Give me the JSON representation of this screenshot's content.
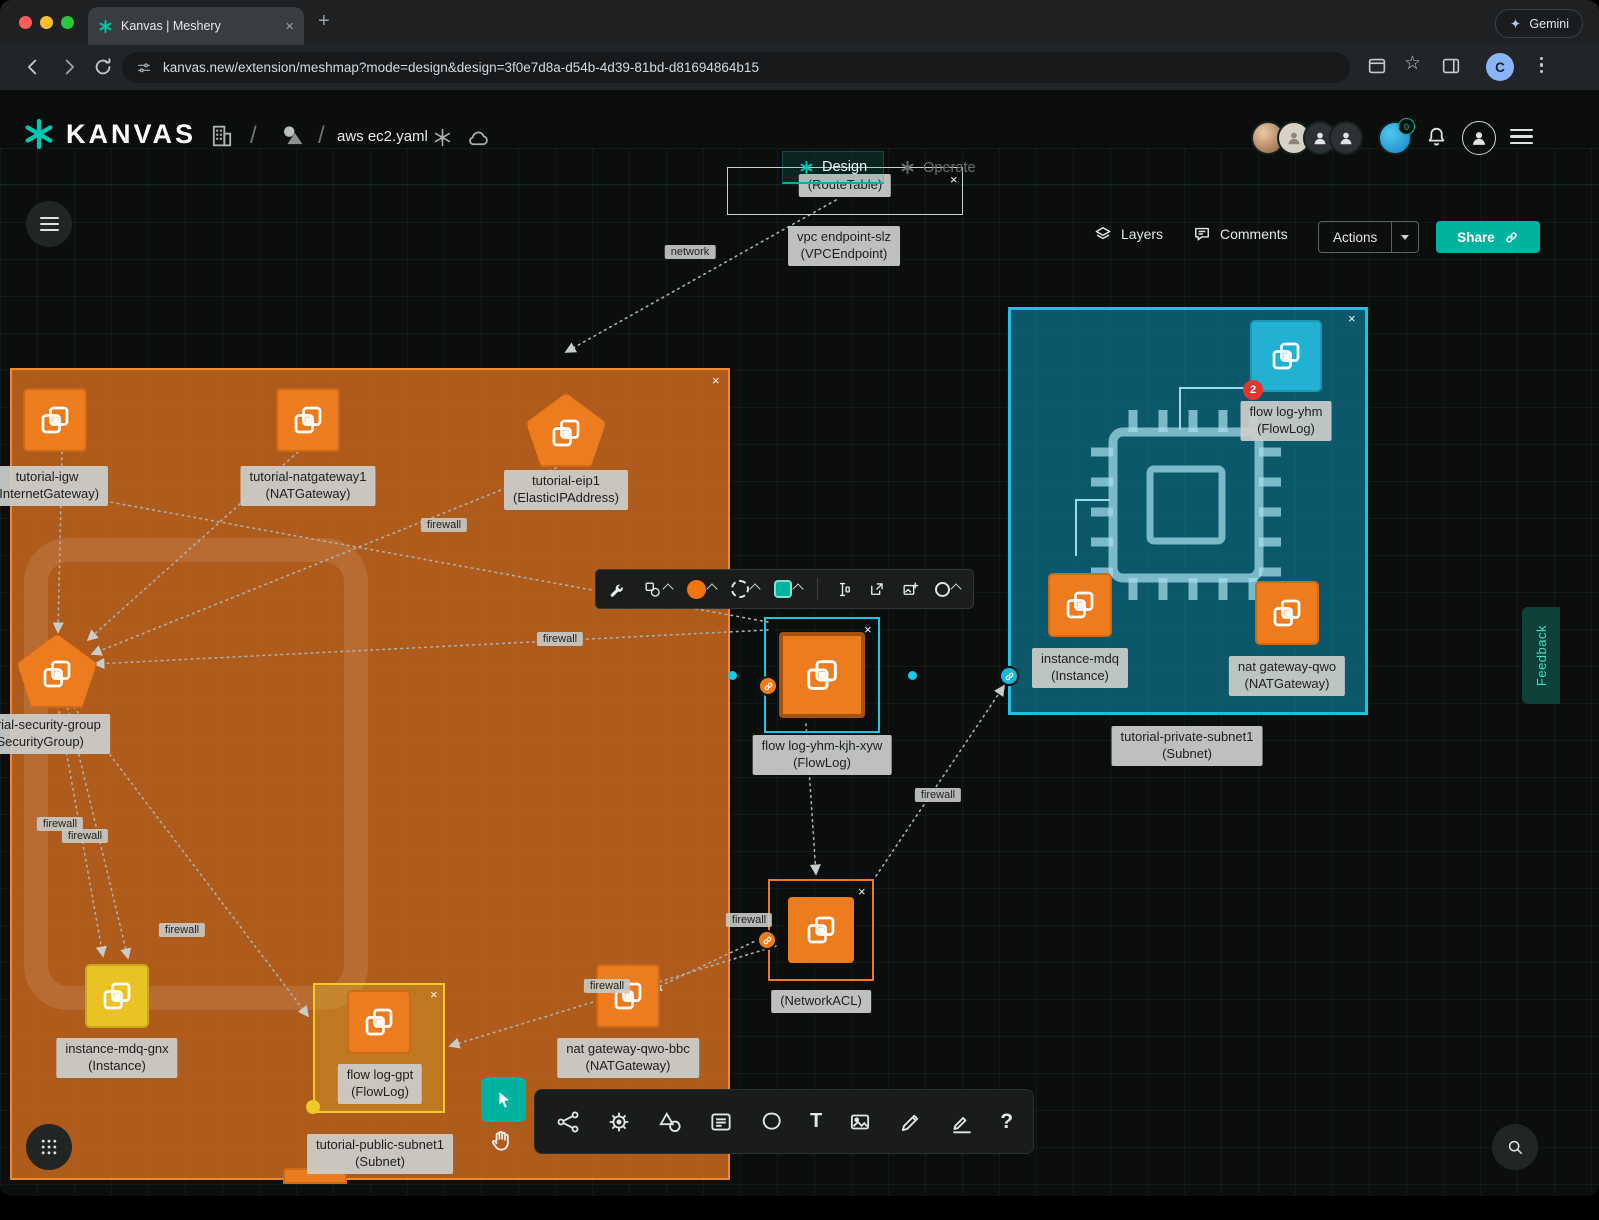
{
  "browser": {
    "tab_title": "Kanvas | Meshery",
    "new_tab": "+",
    "close_tab": "×",
    "gemini_label": "Gemini",
    "url": "kanvas.new/extension/meshmap?mode=design&design=3f0e7d8a-d54b-4d39-81bd-d81694864b15",
    "bookmark_star": "☆",
    "profile_initial": "C"
  },
  "header": {
    "logo_text": "KANVAS",
    "sep": "/",
    "file_name": "aws ec2.yaml",
    "badge_count": "0"
  },
  "mode_toggle": {
    "design": "Design",
    "operate": "Operate"
  },
  "canvas_controls": {
    "layers": "Layers",
    "comments": "Comments",
    "actions": "Actions",
    "share": "Share"
  },
  "feedback_label": "Feedback",
  "tools": {
    "text_tool": "T",
    "help": "?"
  },
  "icons": {
    "close_x": "×"
  },
  "nodes": {
    "routetable": {
      "line2": "(RouteTable)"
    },
    "vpcendpoint": {
      "line1": "vpc endpoint-slz",
      "line2": "(VPCEndpoint)"
    },
    "igw": {
      "line1": "tutorial-igw",
      "line2": "(InternetGateway)"
    },
    "natgateway1": {
      "line1": "tutorial-natgateway1",
      "line2": "(NATGateway)"
    },
    "eip1": {
      "line1": "tutorial-eip1",
      "line2": "(ElasticIPAddress)"
    },
    "securitygroup": {
      "line1": "tutorial-security-group",
      "line2": "(SecurityGroup)"
    },
    "instance_gnx": {
      "line1": "instance-mdq-gnx",
      "line2": "(Instance)"
    },
    "flowlog_gpt": {
      "line1": "flow log-gpt",
      "line2": "(FlowLog)"
    },
    "public_subnet": {
      "line1": "tutorial-public-subnet1",
      "line2": "(Subnet)"
    },
    "natgateway_bbc": {
      "line1": "nat gateway-qwo-bbc",
      "line2": "(NATGateway)"
    },
    "flowlog_selected": {
      "line1": "flow log-yhm-kjh-xyw",
      "line2": "(FlowLog)"
    },
    "networkacl": {
      "line2": "(NetworkACL)"
    },
    "flowlog_yhm": {
      "line1": "flow log-yhm",
      "line2": "(FlowLog)",
      "badge": "2"
    },
    "instance_mdq": {
      "line1": "instance-mdq",
      "line2": "(Instance)"
    },
    "natgateway_qwo": {
      "line1": "nat gateway-qwo",
      "line2": "(NATGateway)"
    },
    "private_subnet": {
      "line1": "tutorial-private-subnet1",
      "line2": "(Subnet)"
    }
  },
  "edge_labels": {
    "network": "network",
    "firewall": "firewall"
  },
  "colors": {
    "brand": "#00B39F",
    "node_orange": "#ED7C1E",
    "subnet_orange": "#DE7120",
    "node_teal": "#22B1D2",
    "subnet_teal": "#0A9EC0",
    "node_yellow": "#E9C224",
    "badge_red": "#E5352F"
  }
}
